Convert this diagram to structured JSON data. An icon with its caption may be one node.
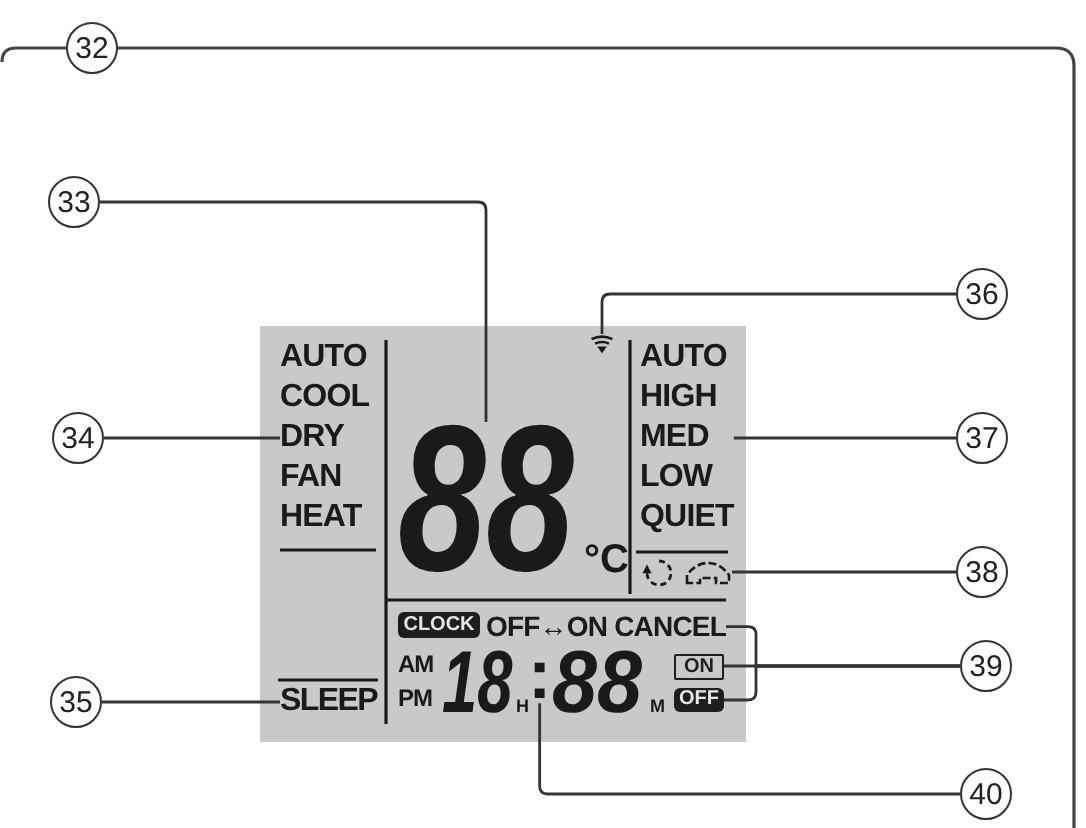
{
  "diagram": {
    "nodes": [
      {
        "text": [
          "32"
        ]
      },
      {
        "text": [],
        "shape": "box"
      },
      {
        "text": [
          "33"
        ]
      },
      {
        "text": [
          "88"
        ],
        "in": 1,
        "beside": [
          "°C"
        ]
      },
      {
        "text": [
          "34"
        ]
      },
      {
        "text": [
          "AUTO COOL DRY FAN HEAT"
        ],
        "in": 1
      },
      {
        "text": [
          "35"
        ]
      },
      {
        "text": [
          "SLEEP"
        ],
        "in": 1
      },
      {
        "text": [
          "36"
        ]
      },
      {
        "text": [],
        "shape": "picture",
        "in": 1
      },
      {
        "text": [
          "37"
        ]
      },
      {
        "text": [
          "AUTO HIGH MED LOW QUIET"
        ],
        "in": 1
      },
      {
        "text": [
          "38"
        ]
      },
      {
        "text": [],
        "shape": "picture",
        "in": 1
      },
      {
        "text": [
          "CLOCK"
        ],
        "in": 1
      },
      {
        "text": [
          "OFF↔ON CANCEL"
        ],
        "in": 1
      },
      {
        "text": [
          "39"
        ]
      },
      {
        "text": [
          "ON"
        ],
        "in": 1
      },
      {
        "text": [
          "OFF"
        ],
        "in": 1
      },
      {
        "text": [
          ":"
        ],
        "in": 1
      },
      {
        "text": [
          "40"
        ]
      }
    ],
    "edges": [
      {
        "from": 2,
        "to": 3,
        "arrow": "none"
      },
      {
        "from": 4,
        "to": 5,
        "arrow": "none"
      },
      {
        "from": 6,
        "to": 7,
        "arrow": "none"
      },
      {
        "from": 8,
        "to": 9,
        "arrow": "none"
      },
      {
        "from": 10,
        "to": 11,
        "arrow": "none"
      },
      {
        "from": 12,
        "to": 13,
        "arrow": "none"
      },
      {
        "from": 16,
        "to": 15,
        "arrow": "none"
      },
      {
        "from": 16,
        "to": 17,
        "arrow": "none"
      },
      {
        "from": 16,
        "to": 18,
        "arrow": "none"
      },
      {
        "from": 20,
        "to": 19,
        "arrow": "none"
      }
    ],
    "labels": [
      "AM",
      "PM",
      "18",
      "H",
      "88",
      "M"
    ]
  }
}
